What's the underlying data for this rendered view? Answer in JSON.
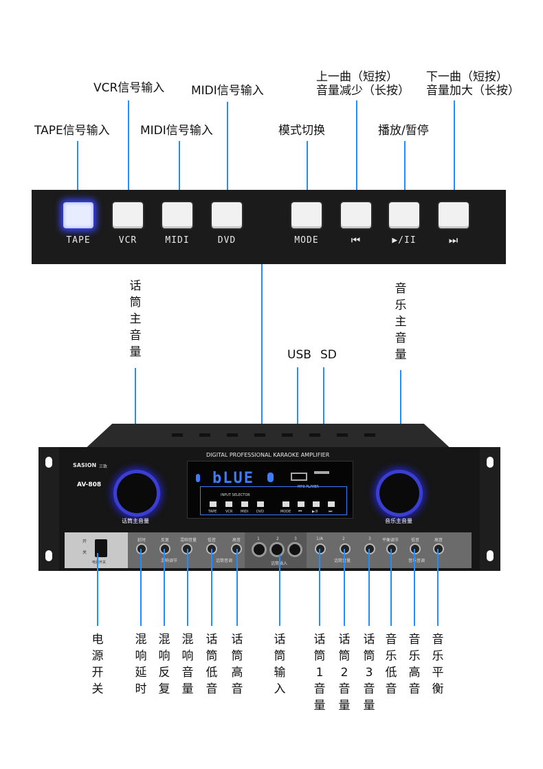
{
  "top_labels": {
    "tape": "TAPE信号输入",
    "vcr": "VCR信号输入",
    "midi1": "MIDI信号输入",
    "midi2": "MIDI信号输入",
    "mode": "模式切换",
    "prev_line1": "上一曲（短按）",
    "prev_line2": "音量减少（长按）",
    "play": "播放/暂停",
    "next_line1": "下一曲（短按）",
    "next_line2": "音量加大（长按）"
  },
  "strip": {
    "tape": "TAPE",
    "vcr": "VCR",
    "midi": "MIDI",
    "dvd": "DVD",
    "mode": "MODE",
    "prev": "⏮",
    "play": "▶/II",
    "next": "⏭"
  },
  "mid_labels": {
    "mic_master": "话筒主音量",
    "music_master": "音乐主音量",
    "usb": "USB",
    "sd": "SD"
  },
  "amp": {
    "brand": "SASION",
    "brand_cn": "三致",
    "model": "AV-808",
    "header": "DIGITAL PROFESSIONAL KARAOKE AMPLIFIER",
    "display": "bLUE",
    "mp3": "MP3 PLAYER",
    "input_selector": "INPUT SELECTOR",
    "sel_tape": "TAPE",
    "sel_vcr": "VCR",
    "sel_midi": "MIDI",
    "sel_dvd": "DVD",
    "sel_mode": "MODE",
    "sel_prev": "⏮",
    "sel_play": "▶/II",
    "sel_next": "⏭",
    "mic_knob_label": "话筒主音量",
    "music_knob_label": "音乐主音量",
    "power_on": "开",
    "power_off": "关",
    "power_label": "电源开关",
    "echo_delay": "延时",
    "echo_repeat": "反复",
    "echo_volume": "混响音量",
    "echo_group": "混响调节",
    "mic_bass": "低音",
    "mic_treble": "高音",
    "mic_tone_group": "话筒音调",
    "jack1": "1",
    "jack2": "2",
    "jack3": "3",
    "mic_input_group": "话筒插入",
    "vol1": "1/A",
    "vol2": "2",
    "vol3": "3",
    "mic_vol_group": "话筒音量",
    "music_balance": "平衡调节",
    "music_bass": "低音",
    "music_treble": "高音",
    "music_tone_group": "音乐音调"
  },
  "bottom_labels": {
    "power": "电源开关",
    "echo_delay": "混响延时",
    "echo_repeat": "混响反复",
    "echo_volume": "混响音量",
    "mic_bass": "话筒低音",
    "mic_treble": "话筒高音",
    "mic_input": "话筒输入",
    "mic1_vol": "话筒1音量",
    "mic2_vol": "话筒2音量",
    "mic3_vol": "话筒3音量",
    "music_bass": "音乐低音",
    "music_treble": "音乐高音",
    "music_balance": "音乐平衡"
  },
  "colors": {
    "accent_line": "#1e90ff",
    "knob_glow": "#2b2bff",
    "display_text": "#3d7bff"
  }
}
